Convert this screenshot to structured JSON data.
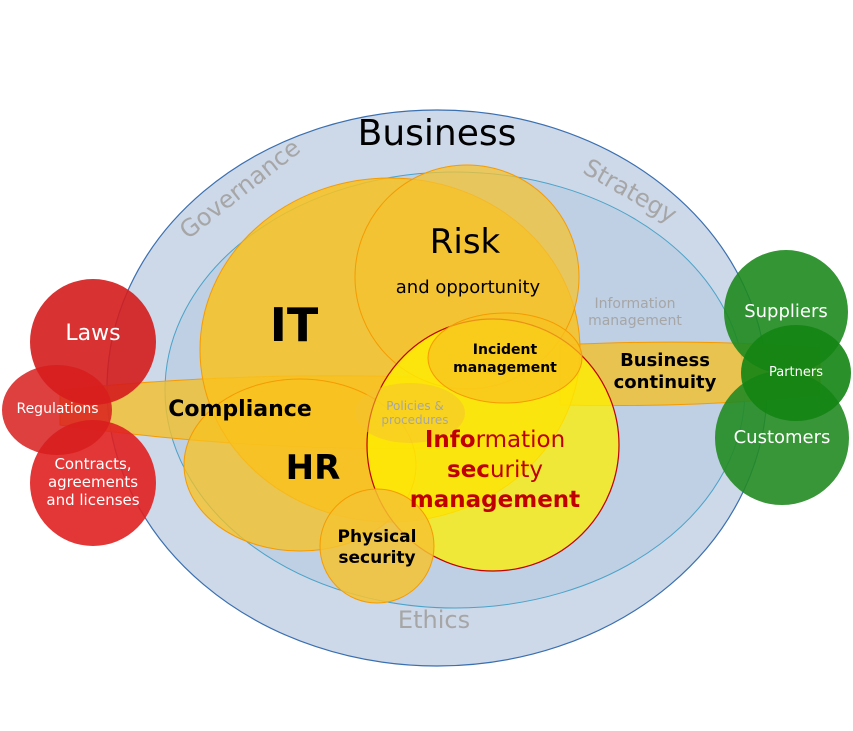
{
  "diagram": {
    "outer": {
      "title": "Business",
      "arc_labels": {
        "left": "Governance",
        "right": "Strategy",
        "bottom": "Ethics"
      }
    },
    "inner_label": "Information management",
    "inner_label_lines": [
      "Information",
      "management"
    ],
    "nodes": {
      "it": "IT",
      "risk": "Risk",
      "risk_sub": "and opportunity",
      "hr": "HR",
      "compliance": "Compliance",
      "incident_lines": [
        "Incident",
        "management"
      ],
      "business_continuity_lines": [
        "Business",
        "continuity"
      ],
      "policies_lines": [
        "Policies &",
        "procedures"
      ],
      "ism_lines": [
        {
          "bold": "Info",
          "rest": "rmation"
        },
        {
          "bold": "sec",
          "rest": "urity"
        },
        {
          "bold": "management",
          "rest": ""
        }
      ],
      "physical_lines": [
        "Physical",
        "security"
      ]
    },
    "left_group": {
      "laws": "Laws",
      "regulations": "Regulations",
      "contracts_lines": [
        "Contracts,",
        "agreements",
        "and licenses"
      ]
    },
    "right_group": {
      "suppliers": "Suppliers",
      "partners": "Partners",
      "customers": "Customers"
    },
    "colors": {
      "outer_fill": "#c9d5e6",
      "inner_fill": "#bccde3",
      "orange": "#f5b800",
      "yellow": "#ffff33",
      "red": "#d81d1d",
      "green": "#1f8a1f",
      "ism_text": "#c00000",
      "grey_text": "#a6a6a6"
    }
  }
}
